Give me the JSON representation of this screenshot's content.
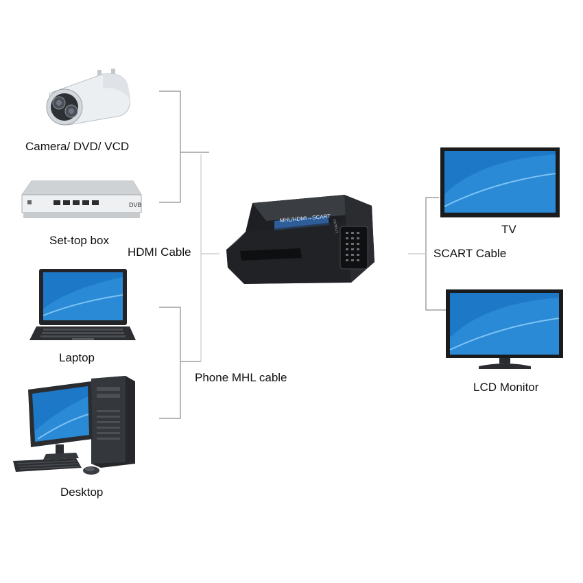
{
  "sources": [
    {
      "label": "Camera/ DVD/ VCD",
      "icon": "security-camera-icon"
    },
    {
      "label": "Set-top box",
      "icon": "set-top-box-icon",
      "brand_mark": "DVB"
    },
    {
      "label": "Laptop",
      "icon": "laptop-icon"
    },
    {
      "label": "Desktop",
      "icon": "desktop-computer-icon"
    }
  ],
  "cables": {
    "hdmi": "HDMI Cable",
    "mhl": "Phone MHL cable",
    "scart": "SCART Cable"
  },
  "converter": {
    "icon": "hdmi-to-scart-converter-icon",
    "top_text": "MHL/HDMI→SCART",
    "side_text": "OUTPUT"
  },
  "outputs": [
    {
      "label": "TV",
      "icon": "tv-icon"
    },
    {
      "label": "LCD Monitor",
      "icon": "lcd-monitor-icon"
    }
  ],
  "colors": {
    "connector_line": "#8a8a8a",
    "screen_blue": "#1e78c8",
    "device_black": "#1d1f22"
  }
}
